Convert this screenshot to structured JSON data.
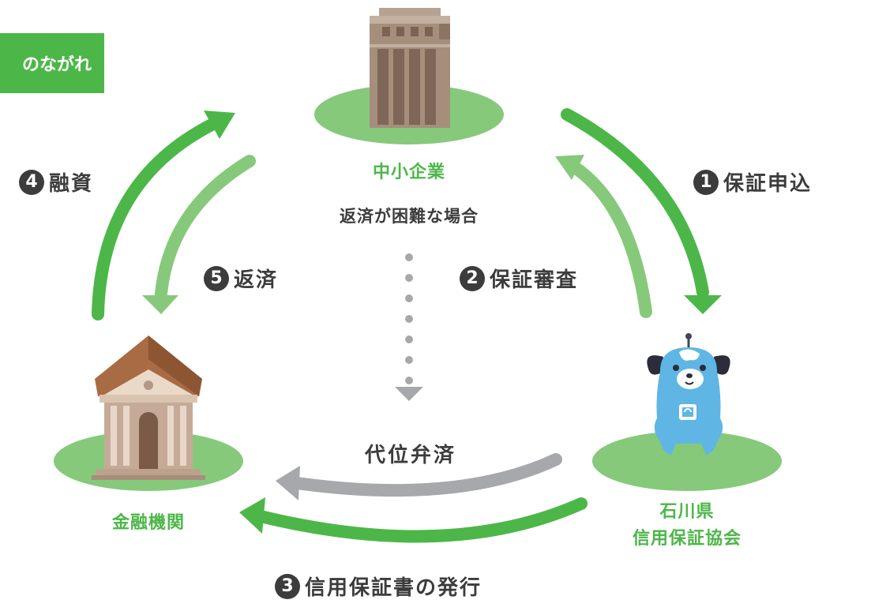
{
  "header": {
    "label": "のながれ"
  },
  "nodes": {
    "company": "中小企業",
    "bank": "金融機関",
    "association_line1": "石川県",
    "association_line2": "信用保証協会"
  },
  "notes": {
    "difficult_repayment": "返済が困難な場合",
    "subrogation": "代位弁済"
  },
  "steps": [
    {
      "num": "1",
      "label": "保証申込"
    },
    {
      "num": "2",
      "label": "保証審査"
    },
    {
      "num": "3",
      "label": "信用保証書の発行"
    },
    {
      "num": "4",
      "label": "融資"
    },
    {
      "num": "5",
      "label": "返済"
    }
  ],
  "colors": {
    "green": "#4cb748",
    "light_green": "#86c97a",
    "gray_arrow": "#a7a8ac",
    "text": "#3c3c3c"
  }
}
